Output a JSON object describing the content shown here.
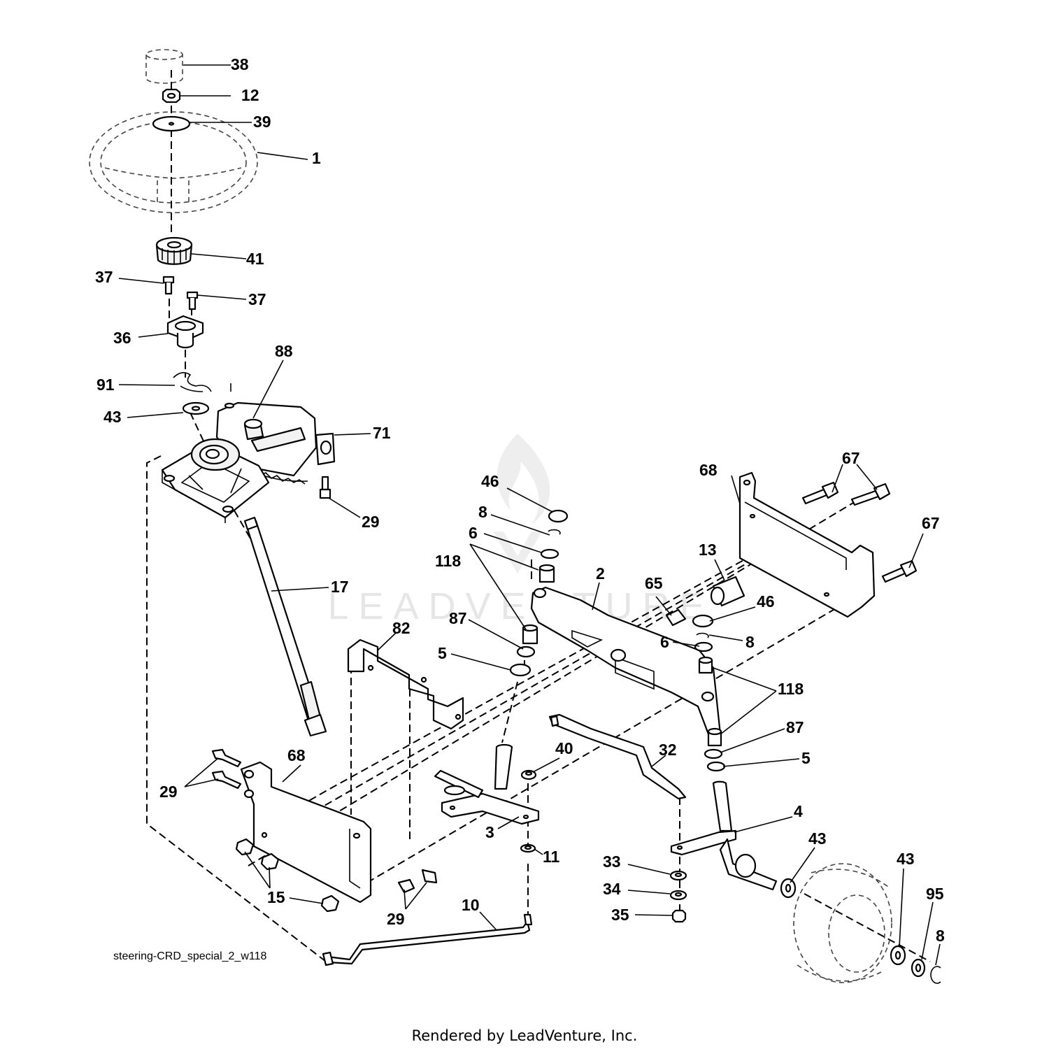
{
  "watermark": "LEADVENTURE",
  "diagram_code": "steering-CRD_special_2_w118",
  "footer": "Rendered by LeadVenture, Inc.",
  "callouts": [
    "38",
    "12",
    "39",
    "1",
    "41",
    "37",
    "37",
    "36",
    "88",
    "91",
    "43",
    "71",
    "29",
    "17",
    "46",
    "8",
    "6",
    "118",
    "87",
    "5",
    "2",
    "68",
    "67",
    "67",
    "13",
    "65",
    "46",
    "6",
    "8",
    "118",
    "87",
    "5",
    "82",
    "68",
    "29",
    "40",
    "32",
    "3",
    "11",
    "4",
    "43",
    "43",
    "95",
    "8",
    "33",
    "34",
    "35",
    "15",
    "29",
    "10"
  ]
}
